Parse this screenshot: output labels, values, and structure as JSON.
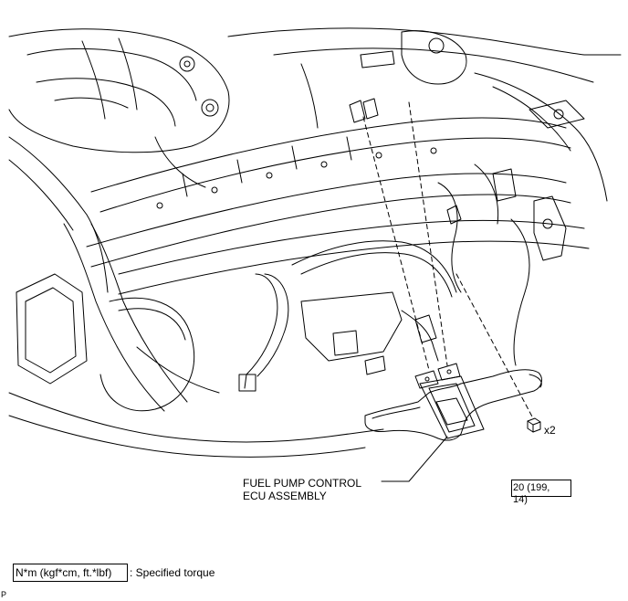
{
  "callouts": {
    "part_name_line1": "FUEL PUMP CONTROL",
    "part_name_line2": "ECU ASSEMBLY",
    "bolt_quantity": "x2",
    "torque_line1": "20 (199,",
    "torque_line2": "14)"
  },
  "legend": {
    "units": "N*m (kgf*cm, ft.*lbf)",
    "description": ": Specified torque"
  },
  "corner_mark": "P",
  "colors": {
    "line": "#000000",
    "background": "#ffffff"
  }
}
